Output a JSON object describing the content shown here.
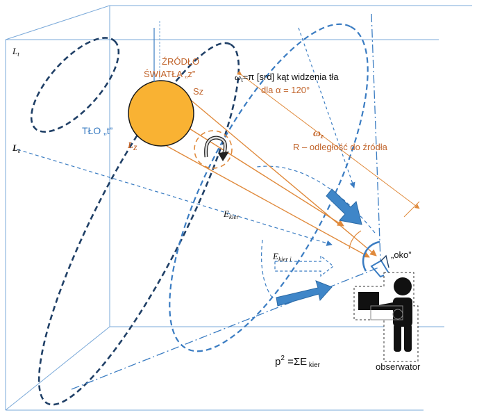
{
  "labels": {
    "lt_top": "L",
    "lt_top_sub": "t",
    "lt_mid": "L",
    "lt_mid_sub": "t",
    "source_line1": "ŹRÓDŁO",
    "source_line2": "ŚWIATŁA „z”",
    "source_area": "Sz",
    "source_lum": "L",
    "source_lum_sub": "Z",
    "background": "TŁO „t”",
    "omega_t_sym": "ω",
    "omega_t_sub": "t",
    "omega_t_text": "=π [srd] kąt widzenia tła",
    "alpha_line": "dla α = 120°",
    "omega_z_sym": "ω",
    "omega_z_sub": "z",
    "distance": "R –  odległość do źródła",
    "e_kier": "E",
    "e_kier_sub": "kier",
    "e_kier_i": "E",
    "e_kier_i_sub": "kier i",
    "eye": "„oko”",
    "formula_p": "p",
    "formula_exp": "2",
    "formula_eq": " =ΣE",
    "formula_sub": " kier",
    "observer": "obserwator"
  },
  "colors": {
    "orange": "#e08a3c",
    "orange_text": "#c0632a",
    "blue": "#3a7cc2",
    "dark_blue": "#1f3f66",
    "light_blue": "#7aa9d9",
    "sun": "#f9b233",
    "arrow_blue": "#3f86c8",
    "black": "#111111"
  }
}
